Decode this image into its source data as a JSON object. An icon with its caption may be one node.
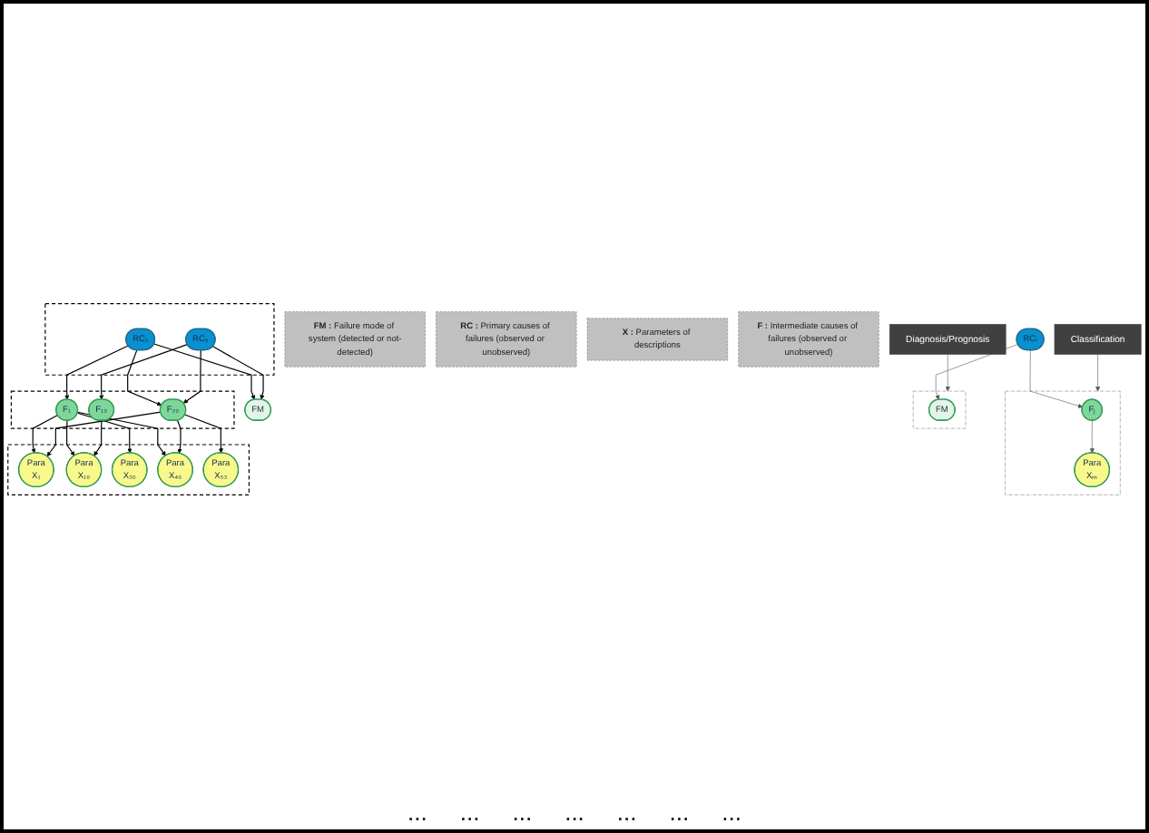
{
  "diagram": {
    "nodes": [
      {
        "text": [
          "Diagnosis/Prognosis"
        ]
      },
      {
        "text": [
          "FM"
        ]
      },
      {
        "text": [],
        "shape": "box"
      },
      {
        "text": [
          "RC₁"
        ],
        "in": 2
      },
      {
        "text": [
          "RC₆"
        ],
        "in": 2
      },
      {
        "text": [
          "Classification"
        ]
      },
      {
        "text": [],
        "shape": "box"
      },
      {
        "text": [
          "F₁"
        ],
        "in": 6
      },
      {
        "text": [
          "F₁₀"
        ],
        "in": 6
      },
      {
        "text": [
          "F₂₀"
        ],
        "in": 6
      },
      {
        "text": [],
        "shape": "box"
      },
      {
        "text": [
          "Para",
          "X₁"
        ],
        "in": 10
      },
      {
        "text": [
          "Para",
          "X₁₀"
        ],
        "in": 10
      },
      {
        "text": [
          "Para",
          "X₃₀"
        ],
        "in": 10
      },
      {
        "text": [
          "Para",
          "X₄₀"
        ],
        "in": 10
      },
      {
        "text": [
          "Para",
          "X₅₃"
        ],
        "in": 10
      },
      {
        "text": [],
        "shape": "box"
      },
      {
        "text": [
          "FM"
        ],
        "in": 16
      },
      {
        "text": [
          "RCᵢ"
        ]
      },
      {
        "text": [],
        "shape": "box"
      },
      {
        "text": [
          "Fⱼ"
        ],
        "in": 19
      },
      {
        "text": [
          "Para",
          "Xₘ"
        ],
        "in": 19
      },
      {
        "text": [
          "FM :",
          "Failure mode of system (detected or not-detected)"
        ]
      },
      {
        "text": [
          "RC :",
          "Primary causes of failures (observed or unobserved)"
        ]
      },
      {
        "text": [
          "X :",
          "Parameters of descriptions"
        ]
      },
      {
        "text": [
          "F :",
          "Intermediate causes of failures (observed or unobserved)"
        ]
      }
    ],
    "edges": [
      {
        "from": 3,
        "to": 1,
        "arrow": "to"
      },
      {
        "from": 4,
        "to": 1,
        "arrow": "to"
      },
      {
        "from": 3,
        "to": 7,
        "arrow": "to"
      },
      {
        "from": 3,
        "to": 9,
        "arrow": "to"
      },
      {
        "from": 4,
        "to": 8,
        "arrow": "to"
      },
      {
        "from": 4,
        "to": 9,
        "arrow": "to"
      },
      {
        "from": 7,
        "to": 11,
        "arrow": "to"
      },
      {
        "from": 7,
        "to": 12,
        "arrow": "to"
      },
      {
        "from": 7,
        "to": 13,
        "arrow": "to"
      },
      {
        "from": 7,
        "to": 14,
        "arrow": "to"
      },
      {
        "from": 8,
        "to": 12,
        "arrow": "to"
      },
      {
        "from": 9,
        "to": 11,
        "arrow": "to"
      },
      {
        "from": 9,
        "to": 14,
        "arrow": "to"
      },
      {
        "from": 9,
        "to": 15,
        "arrow": "to"
      },
      {
        "from": 0,
        "to": 16,
        "arrow": "to",
        "color": "#555555"
      },
      {
        "from": 5,
        "to": 19,
        "arrow": "to",
        "color": "#555555"
      },
      {
        "from": 18,
        "to": 17,
        "arrow": "to",
        "color": "#555555"
      },
      {
        "from": 18,
        "to": 20,
        "arrow": "to",
        "color": "#555555"
      },
      {
        "from": 20,
        "to": 21,
        "arrow": "to",
        "color": "#555555"
      }
    ],
    "labels": [
      "...",
      "...",
      "...",
      "...",
      "...",
      "...",
      "..."
    ]
  }
}
